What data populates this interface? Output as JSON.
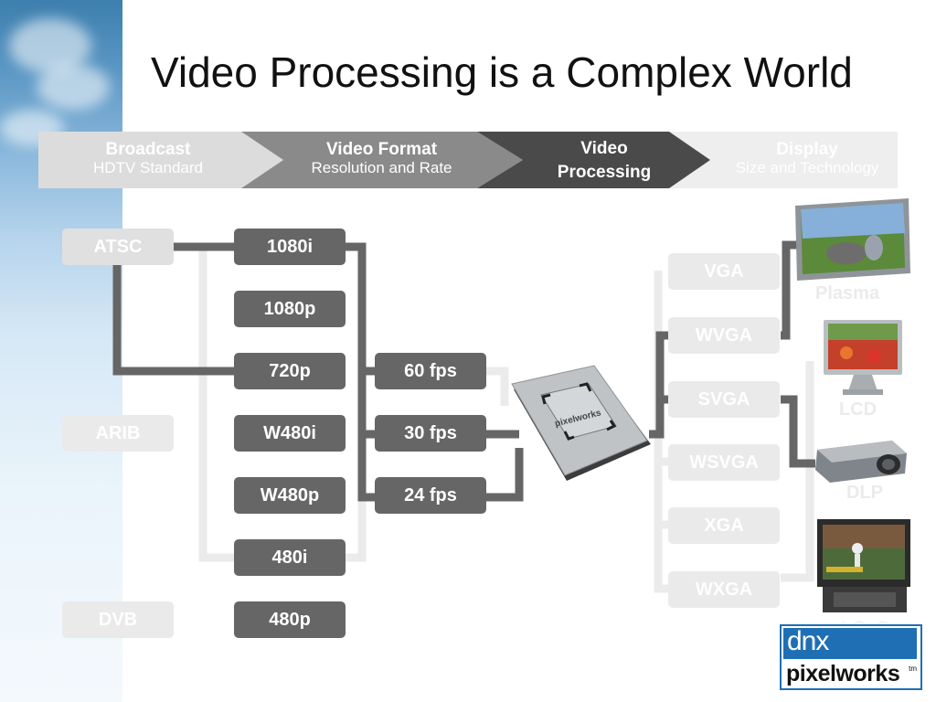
{
  "title": "Video Processing is a Complex World",
  "stages": [
    {
      "title": "Broadcast",
      "subtitle": "HDTV Standard"
    },
    {
      "title": "Video Format",
      "subtitle": "Resolution and Rate"
    },
    {
      "title": "Video Processing",
      "subtitle": ""
    },
    {
      "title": "Display",
      "subtitle": "Size and Technology"
    }
  ],
  "standards": [
    "ATSC",
    "ARIB",
    "DVB"
  ],
  "formats": [
    "1080i",
    "1080p",
    "720p",
    "W480i",
    "W480p",
    "480i",
    "480p"
  ],
  "rates": [
    "60 fps",
    "30 fps",
    "24 fps"
  ],
  "chip_label": "pixelworks",
  "resolutions": [
    "VGA",
    "WVGA",
    "SVGA",
    "WSVGA",
    "XGA",
    "WXGA"
  ],
  "displays": [
    "Plasma",
    "LCD",
    "DLP",
    "LCoS"
  ],
  "logo": {
    "top": "dnx",
    "bottom": "pixelworks",
    "tm": "tm"
  },
  "colors": {
    "dark": "#666666",
    "light": "#eaeaea",
    "stage_dark": "#4a4a4a",
    "logo_blue": "#1f6fb4"
  }
}
